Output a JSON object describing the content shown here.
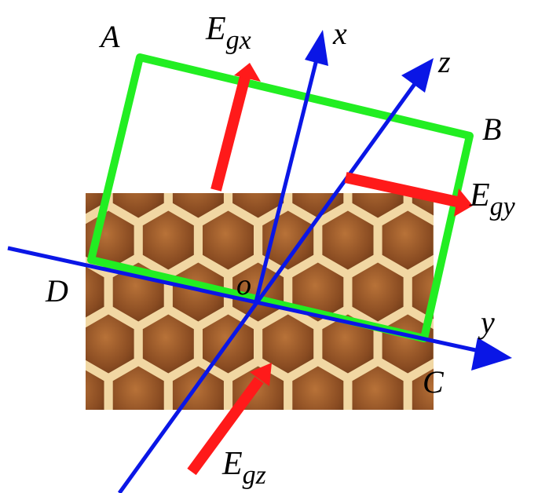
{
  "diagram": {
    "vertex_labels": {
      "a": "A",
      "b": "B",
      "c": "C",
      "d": "D",
      "origin": "o"
    },
    "axis_labels": {
      "x": "x",
      "y": "y",
      "z": "z"
    },
    "field_labels": {
      "egx": {
        "base": "E",
        "sub": "gx"
      },
      "egy": {
        "base": "E",
        "sub": "gy"
      },
      "egz": {
        "base": "E",
        "sub": "gz"
      }
    },
    "colors": {
      "axis": "#0a16e6",
      "rectangle": "#22ee22",
      "field_arrow": "#ff1a1a",
      "honeycomb_base": "#b06a32",
      "honeycomb_wall": "#f1d7a3"
    }
  }
}
